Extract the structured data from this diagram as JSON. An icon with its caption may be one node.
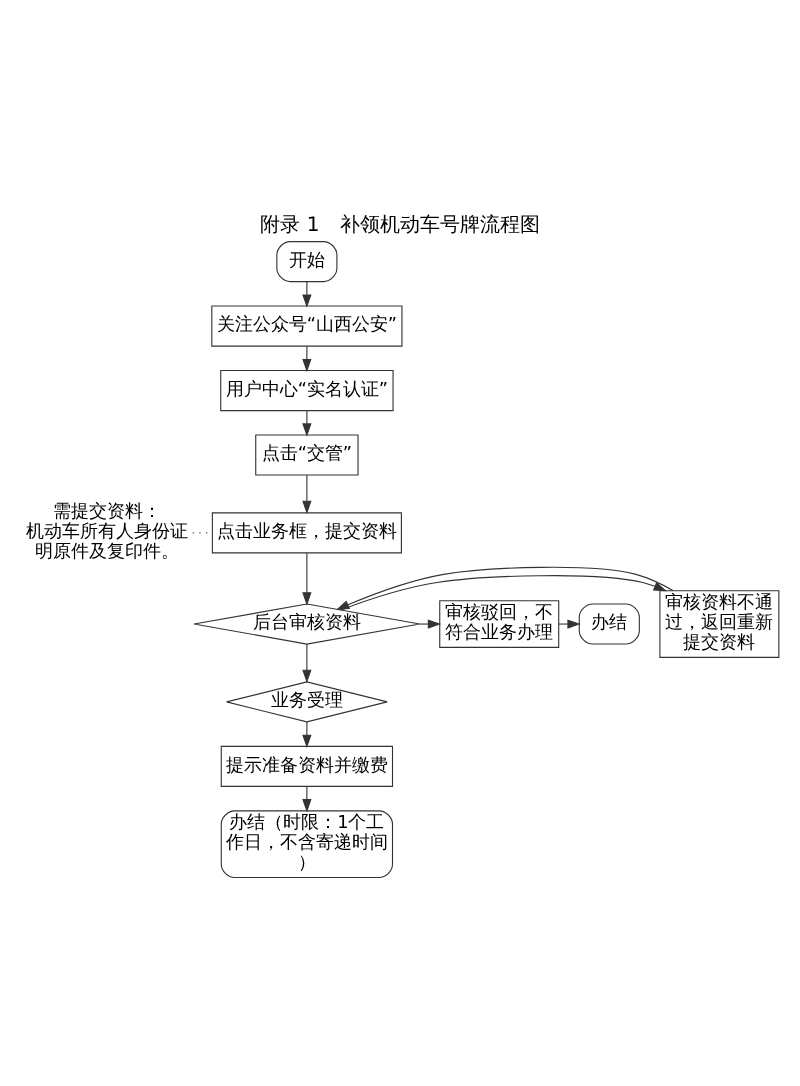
{
  "diagram": {
    "title": "附录 1　补领机动车号牌流程图",
    "nodes": [
      {
        "text": [
          "开始"
        ]
      },
      {
        "text": [
          "关注公众号“山西公安”"
        ]
      },
      {
        "text": [
          "用户中心“实名认证”"
        ]
      },
      {
        "text": [
          "点击“交管”"
        ]
      },
      {
        "text": [
          "点击业务框，提交资料"
        ]
      },
      {
        "text": [
          "需提交资料：",
          "机动车所有人身份证明原件及复印件。"
        ]
      },
      {
        "text": [
          "后台审核资料"
        ]
      },
      {
        "text": [
          "审核资料不通过，返回重新提交资料"
        ]
      },
      {
        "text": [
          "审核驳回，不符合业务办理"
        ]
      },
      {
        "text": [
          "办结"
        ]
      },
      {
        "text": [
          "业务受理"
        ]
      },
      {
        "text": [
          "提示准备资料并缴费"
        ]
      },
      {
        "text": [
          "办结（时限：1个工作日，不含寄递时间）"
        ]
      }
    ],
    "edges": [
      {
        "from": 0,
        "to": 1,
        "arrow": "to"
      },
      {
        "from": 1,
        "to": 2,
        "arrow": "to"
      },
      {
        "from": 2,
        "to": 3,
        "arrow": "to"
      },
      {
        "from": 3,
        "to": 4,
        "arrow": "to"
      },
      {
        "from": 5,
        "to": 4,
        "arrow": "none",
        "style": "dashed"
      },
      {
        "from": 4,
        "to": 6,
        "arrow": "to"
      },
      {
        "from": 6,
        "to": 7,
        "arrow": "to"
      },
      {
        "from": 7,
        "to": 6,
        "arrow": "to"
      },
      {
        "from": 6,
        "to": 8,
        "arrow": "to"
      },
      {
        "from": 8,
        "to": 9,
        "arrow": "to"
      },
      {
        "from": 6,
        "to": 10,
        "arrow": "to"
      },
      {
        "from": 10,
        "to": 11,
        "arrow": "to"
      },
      {
        "from": 11,
        "to": 12,
        "arrow": "to"
      }
    ]
  }
}
